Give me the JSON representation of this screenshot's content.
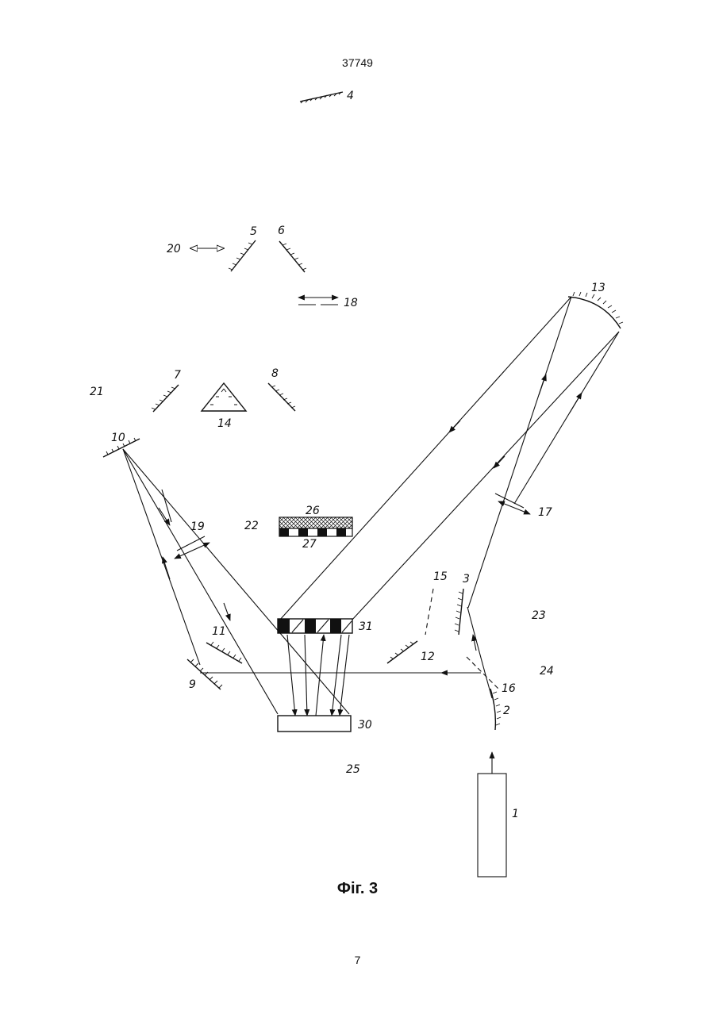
{
  "header": {
    "document_number": "37749"
  },
  "footer": {
    "page_number": "7"
  },
  "figure": {
    "caption": "Фіг. 3"
  },
  "labels": {
    "l1": "1",
    "l2": "2",
    "l3": "3",
    "l4": "4",
    "l5": "5",
    "l6": "6",
    "l7": "7",
    "l8": "8",
    "l9": "9",
    "l10": "10",
    "l11": "11",
    "l12": "12",
    "l13": "13",
    "l14": "14",
    "l15": "15",
    "l16": "16",
    "l17": "17",
    "l18": "18",
    "l19": "19",
    "l20": "20",
    "l21": "21",
    "l22": "22",
    "l23": "23",
    "l24": "24",
    "l25": "25",
    "l26": "26",
    "l27": "27",
    "l30": "30",
    "l31": "31"
  }
}
